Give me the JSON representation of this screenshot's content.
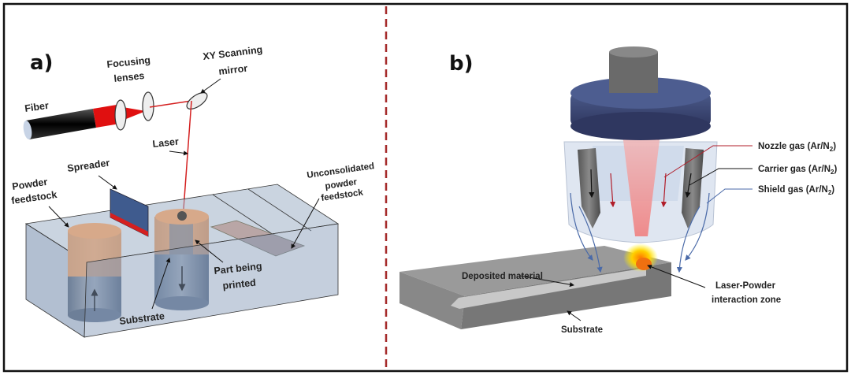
{
  "panel_a": {
    "tag": "a)",
    "labels": {
      "fiber": "Fiber",
      "focusing_1": "Focusing",
      "focusing_2": "lenses",
      "mirror_1": "XY Scanning",
      "mirror_2": "mirror",
      "laser": "Laser",
      "spreader": "Spreader",
      "powder_1": "Powder",
      "powder_2": "feedstock",
      "uncon_1": "Unconsolidated",
      "uncon_2": "powder",
      "uncon_3": "feedstock",
      "part_1": "Part being",
      "part_2": "printed",
      "substrate": "Substrate"
    }
  },
  "panel_b": {
    "tag": "b)",
    "labels": {
      "nozzle": {
        "text": "Nozzle gas (Ar/N",
        "sub": "2",
        "tail": ")"
      },
      "carrier": {
        "text": "Carrier gas (Ar/N",
        "sub": "2",
        "tail": ")"
      },
      "shield": {
        "text": "Shield gas (Ar/N",
        "sub": "2",
        "tail": ")"
      },
      "deposited": "Deposited material",
      "zone_1": "Laser-Powder",
      "zone_2": "interaction zone",
      "substrate": "Substrate"
    }
  },
  "colors": {
    "laser": "#d42020",
    "divider": "#a52a2a",
    "box": "#7f95b3",
    "powder": "#d7a98a",
    "nozzle_cap": "#3d4a78"
  }
}
